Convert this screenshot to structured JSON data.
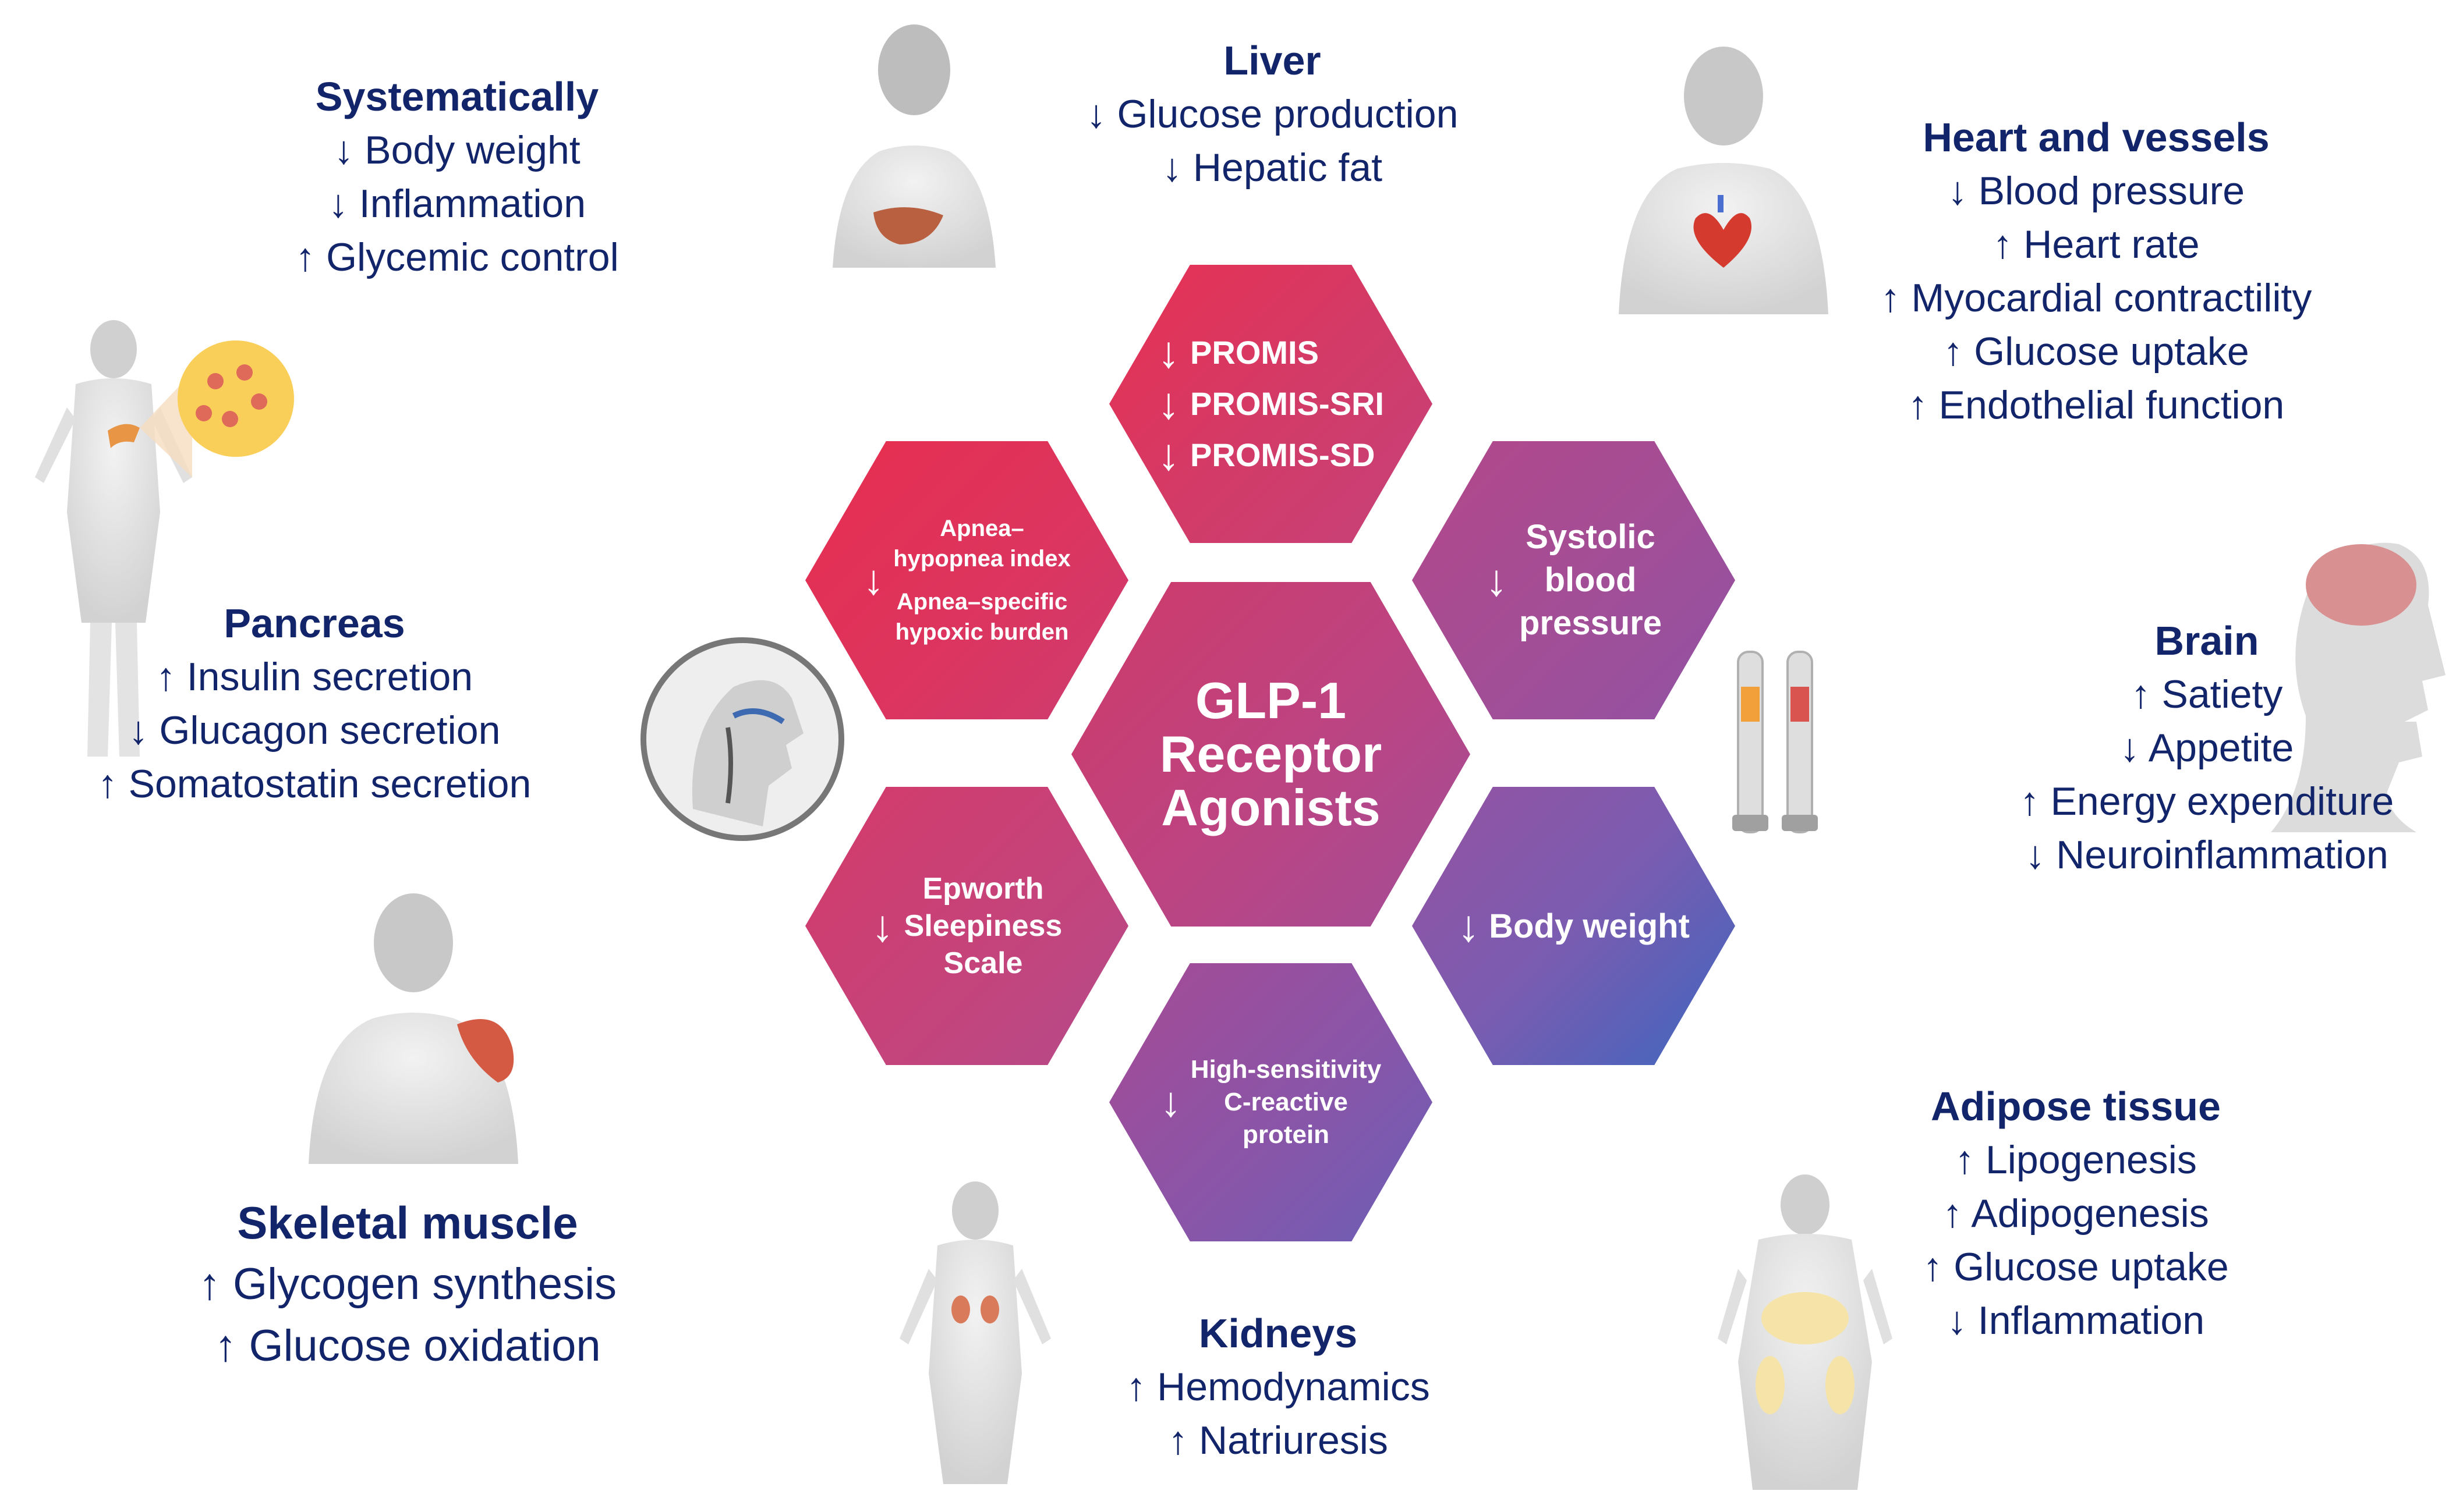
{
  "center": {
    "lines": [
      "GLP-1",
      "Receptor",
      "Agonists"
    ]
  },
  "hexagons": {
    "promis": {
      "arrow": "↓",
      "lines": [
        "PROMIS",
        "PROMIS-SRI",
        "PROMIS-SD"
      ]
    },
    "apnea": {
      "arrow": "↓",
      "lines": [
        "Apnea–",
        "hypopnea index",
        "Apnea–specific",
        "hypoxic burden"
      ]
    },
    "systolic": {
      "arrow": "↓",
      "lines": [
        "Systolic",
        "blood",
        "pressure"
      ]
    },
    "epworth": {
      "arrow": "↓",
      "lines": [
        "Epworth",
        "Sleepiness",
        "Scale"
      ]
    },
    "body_weight": {
      "arrow": "↓",
      "text": "Body weight"
    },
    "crp": {
      "arrow": "↓",
      "lines": [
        "High-sensitivity",
        "C-reactive",
        "protein"
      ]
    }
  },
  "organs": {
    "systematically": {
      "title": "Systematically",
      "items": [
        "↓ Body weight",
        "↓ Inflammation",
        "↑ Glycemic control"
      ]
    },
    "liver": {
      "title": "Liver",
      "items": [
        "↓ Glucose production",
        "↓ Hepatic fat"
      ]
    },
    "heart": {
      "title": "Heart and vessels",
      "items": [
        "↓ Blood pressure",
        "↑ Heart rate",
        "↑ Myocardial contractility",
        "↑ Glucose uptake",
        "↑ Endothelial function"
      ]
    },
    "pancreas": {
      "title": "Pancreas",
      "items": [
        "↑ Insulin secretion",
        "↓ Glucagon secretion",
        "↑ Somatostatin secretion"
      ]
    },
    "brain": {
      "title": "Brain",
      "items": [
        "↑ Satiety",
        "↓ Appetite",
        "↑ Energy expenditure",
        "↓ Neuroinflammation"
      ]
    },
    "skeletal": {
      "title": "Skeletal muscle",
      "items": [
        "↑ Glycogen synthesis",
        "↑ Glucose oxidation"
      ]
    },
    "adipose": {
      "title": "Adipose tissue",
      "items": [
        "↑ Lipogenesis",
        "↑ Adipogenesis",
        "↑ Glucose uptake",
        "↓ Inflammation"
      ]
    },
    "kidneys": {
      "title": "Kidneys",
      "items": [
        "↑ Hemodynamics",
        "↑ Natriuresis"
      ]
    }
  },
  "colors": {
    "title_text": "#13256a",
    "hex_red": "#e5304f",
    "hex_magenta": "#c13f7e",
    "hex_purple": "#8b5aa9",
    "hex_blue": "#4b64b8",
    "body_gray": "#dcdcdc"
  }
}
